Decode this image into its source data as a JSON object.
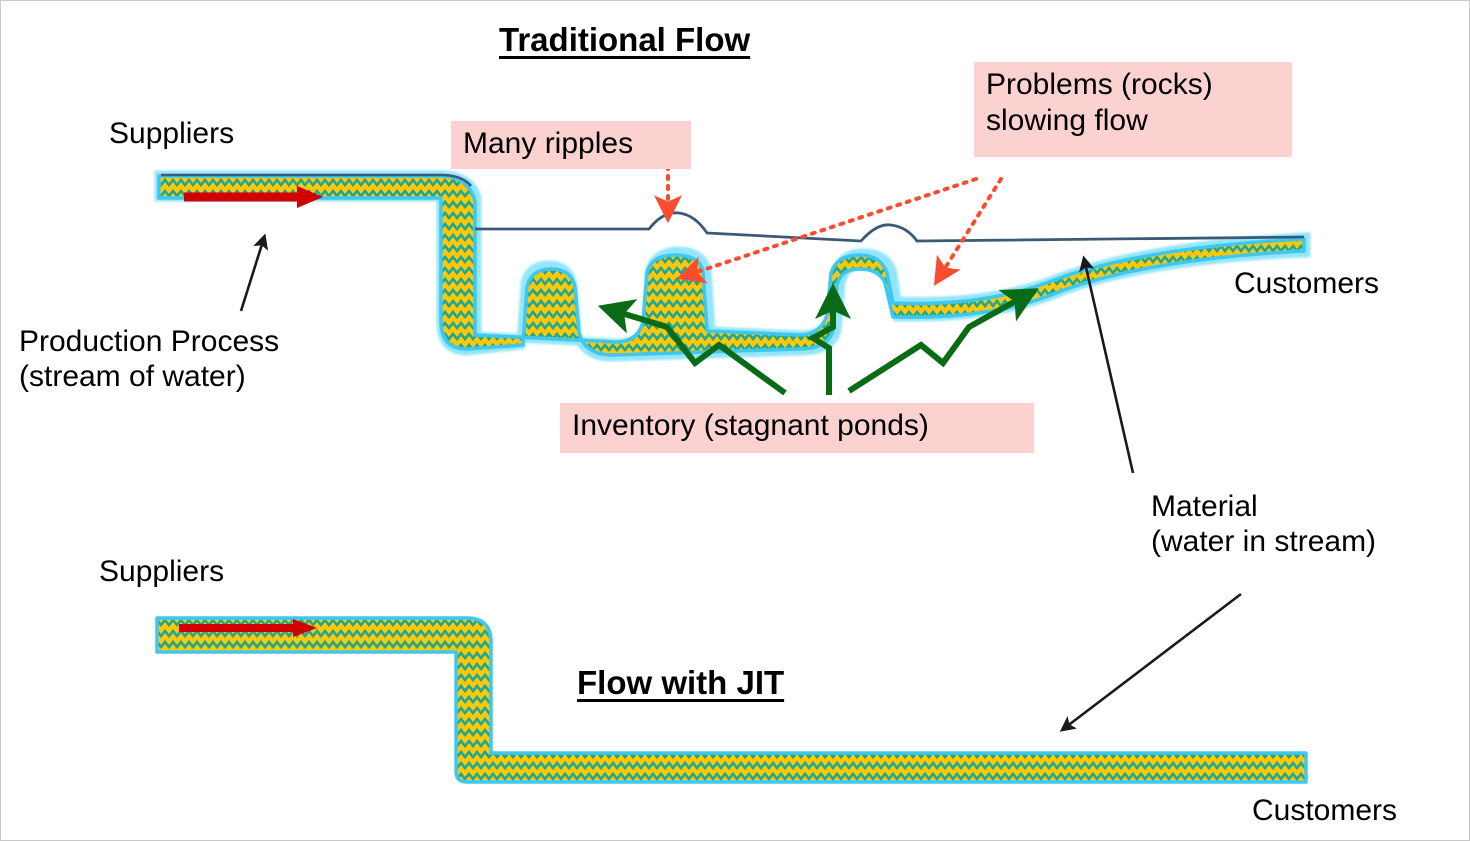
{
  "diagram": {
    "type": "process-flow-metaphor",
    "background_color": "#ffffff",
    "panels": [
      {
        "id": "traditional",
        "title": "Traditional Flow"
      },
      {
        "id": "jit",
        "title": "Flow with JIT"
      }
    ]
  },
  "titles": {
    "traditional": "Traditional Flow",
    "jit": "Flow with JIT"
  },
  "labels": {
    "suppliers_top": "Suppliers",
    "suppliers_bottom": "Suppliers",
    "customers_top": "Customers",
    "customers_bottom": "Customers",
    "production_process": "Production Process\n(stream of water)",
    "material": "Material\n(water in stream)"
  },
  "callouts": {
    "many_ripples": "Many ripples",
    "problems_rocks": "Problems (rocks)\nslowing flow",
    "inventory_ponds": "Inventory (stagnant ponds)"
  },
  "colors": {
    "water_fill": "#FFC709",
    "water_wave": "#1CA891",
    "water_edge": "#3EC8F0",
    "water_surface_line": "#3A5A78",
    "flow_arrow_red": "#D00000",
    "callout_bg": "#FBD2D0",
    "pointer_red_dotted": "#FB4C2F",
    "pointer_green": "#0A6B17",
    "pointer_black": "#1A1A1A",
    "text": "#000000",
    "frame": "#C9C9C9"
  },
  "icons": {
    "flow_direction": "red-arrow-right-icon",
    "ripple_pointer": "red-dotted-arrow-icon",
    "rock_pointer": "red-dotted-arrow-icon",
    "pond_pointer": "green-zigzag-arrow-icon",
    "annotation_pointer": "black-arrow-icon"
  }
}
